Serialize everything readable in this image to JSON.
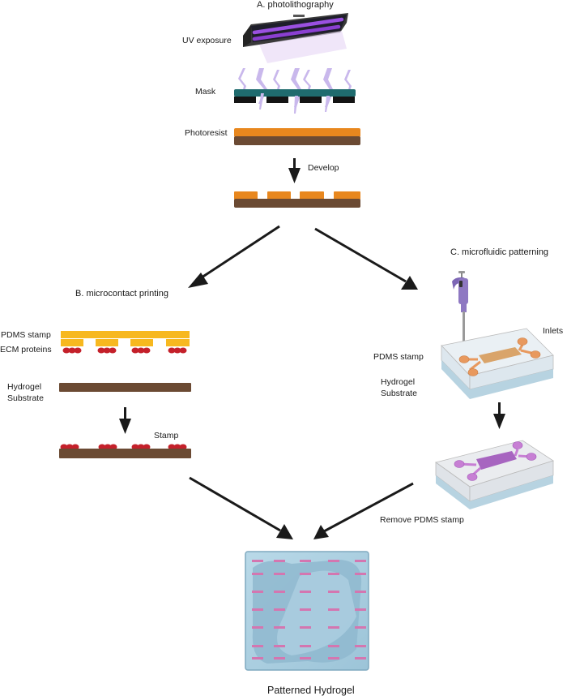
{
  "sections": {
    "a": {
      "title": "A. photolithography",
      "labels": {
        "uv": "UV exposure",
        "mask": "Mask",
        "photoresist": "Photoresist",
        "develop": "Develop"
      }
    },
    "b": {
      "title": "B. microcontact printing",
      "labels": {
        "pdms": "PDMS stamp",
        "ecm": "ECM proteins",
        "hydrogel_1": "Hydrogel",
        "hydrogel_2": "Substrate",
        "stamp": "Stamp"
      }
    },
    "c": {
      "title": "C. microfluidic patterning",
      "labels": {
        "inlets": "Inlets",
        "pdms": "PDMS stamp",
        "hydrogel_1": "Hydrogel",
        "hydrogel_2": "Substrate",
        "remove": "Remove PDMS stamp"
      }
    }
  },
  "result": {
    "label": "Patterned Hydrogel"
  },
  "colors": {
    "photoresist": "#e8871e",
    "substrate": "#6b4a33",
    "mask_top": "#1f6b6e",
    "mask_block": "#141414",
    "uv_light": "#c9b8ec",
    "uv_tube": "#8a3fd1",
    "pdms_stamp": "#f7b81f",
    "ecm": "#c4202a",
    "hydrogel": "#a9cde0",
    "pattern": "#d476b0",
    "chip_orange": "#e8995e",
    "chip_purple": "#c77fd4",
    "pipette": "#8e78c2",
    "arrow": "#1a1a1a"
  }
}
